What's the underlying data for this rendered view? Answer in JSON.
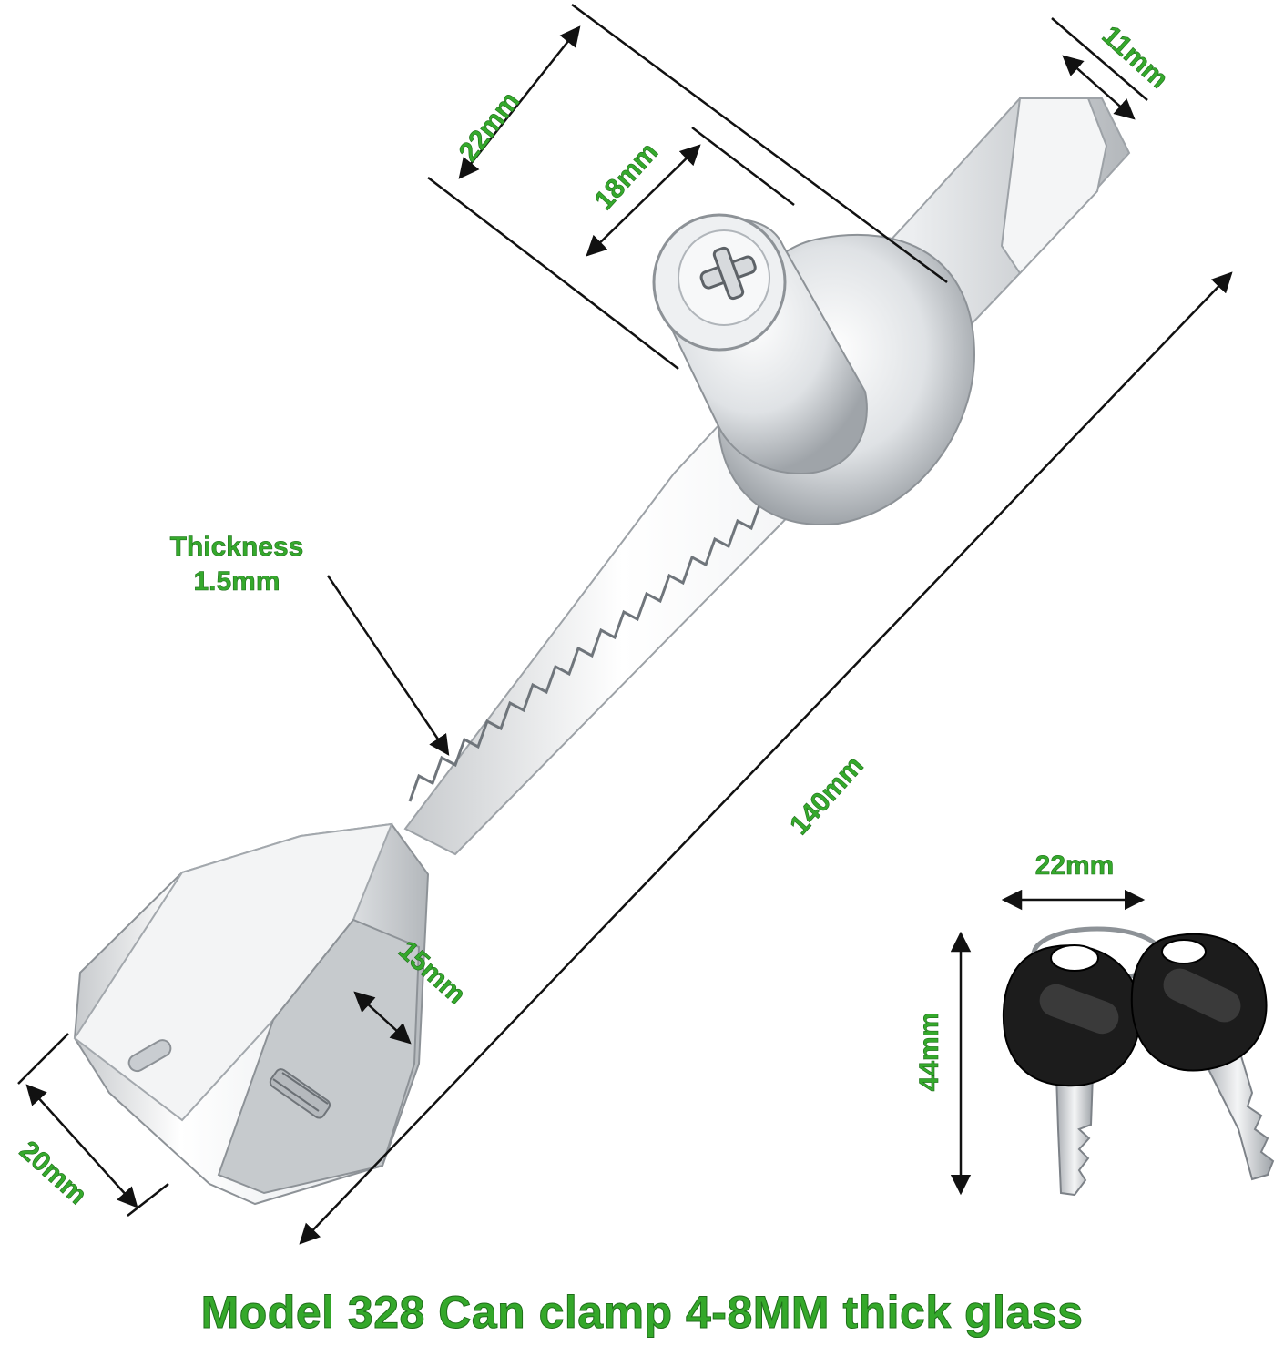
{
  "dimensions": {
    "bar_width": "22mm",
    "cylinder_diameter": "18mm",
    "tip_width": "11mm",
    "thickness_label": "Thickness",
    "thickness_value": "1.5mm",
    "total_length": "140mm",
    "clamp_gap": "15mm",
    "clamp_width": "20mm",
    "key_width": "22mm",
    "key_height": "44mm"
  },
  "caption": "Model 328 Can clamp 4-8MM thick glass",
  "colors": {
    "label_green": "#35a92c",
    "key_black": "#1c1c1c",
    "metal": "#e6e8ea"
  }
}
